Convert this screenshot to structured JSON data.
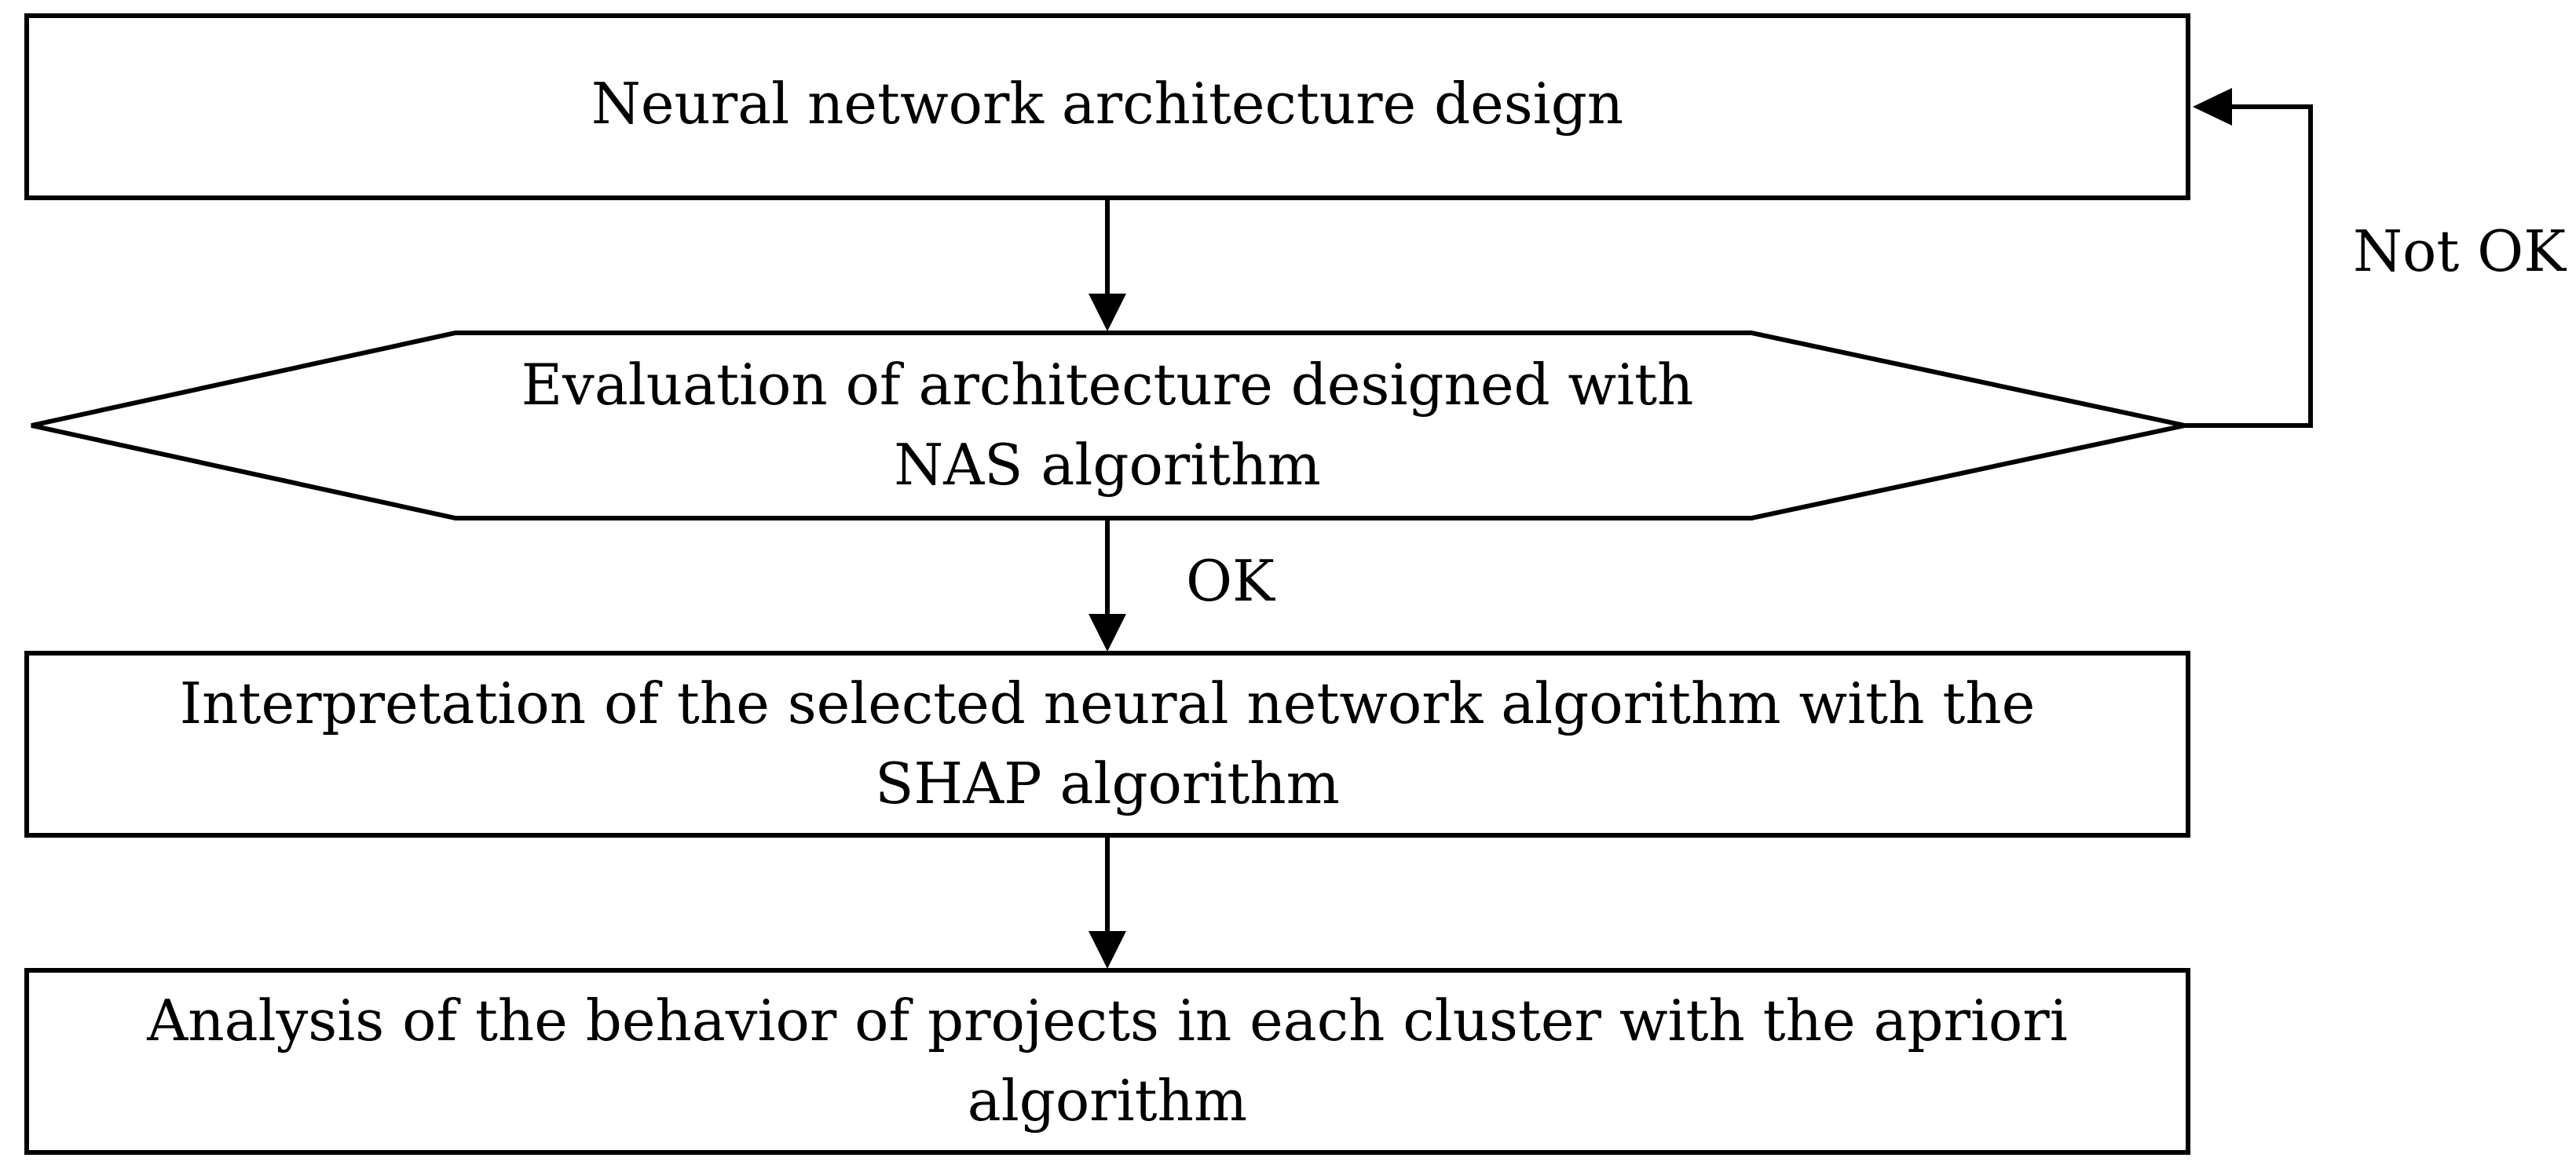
{
  "nodes": {
    "design": {
      "lines": [
        "Neural network architecture design"
      ]
    },
    "evaluation": {
      "lines": [
        "Evaluation of architecture designed with",
        "NAS algorithm"
      ]
    },
    "interpretation": {
      "lines": [
        "Interpretation of the selected neural network algorithm with the",
        "SHAP algorithm"
      ]
    },
    "analysis": {
      "lines": [
        "Analysis of the behavior of projects in each cluster with the apriori",
        "algorithm"
      ]
    }
  },
  "edges": {
    "ok_label": "OK",
    "not_ok_label": "Not OK"
  }
}
